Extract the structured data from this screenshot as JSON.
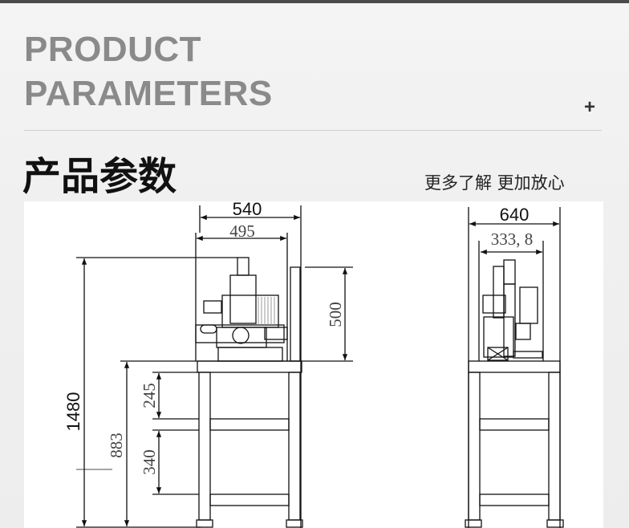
{
  "header": {
    "title_en_line1": "PRODUCT",
    "title_en_line2": "PARAMETERS",
    "plus_icon": "+",
    "title_cn": "产品参数",
    "slogan": "更多了解  更加放心"
  },
  "drawing": {
    "front_view": {
      "overall_width": "540",
      "inner_width": "495",
      "machine_height": "500",
      "total_height": "1480",
      "table_height": "883",
      "upper_shelf_gap": "245",
      "lower_shelf_gap": "340"
    },
    "side_view": {
      "overall_depth": "640",
      "inner_depth": "333, 8"
    }
  }
}
